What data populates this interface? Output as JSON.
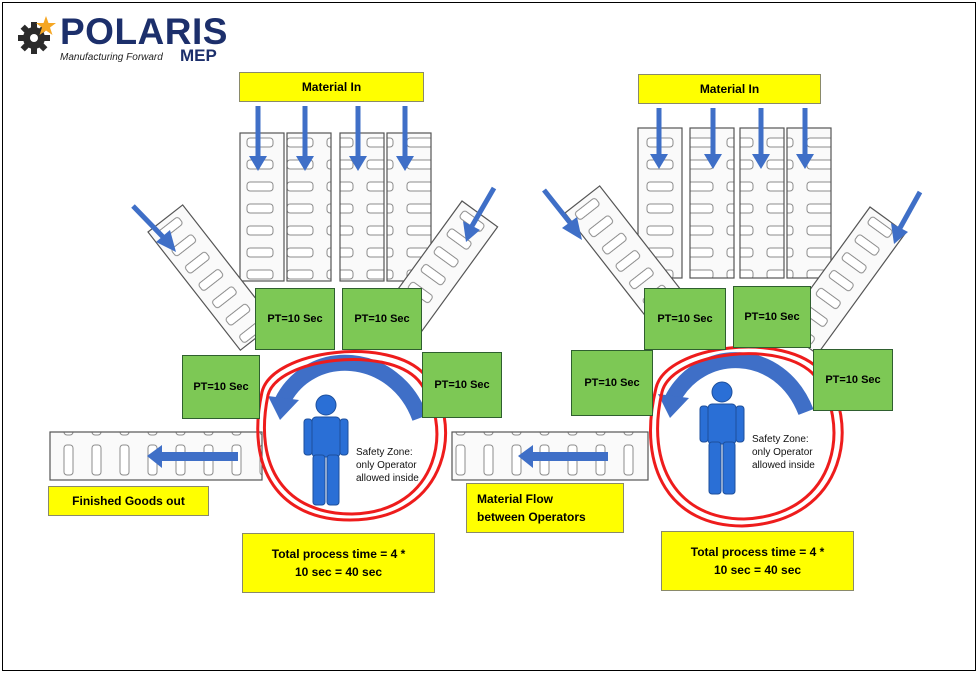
{
  "logo": {
    "name": "POLARIS",
    "tagline": "Manufacturing Forward",
    "suffix": "MEP"
  },
  "colors": {
    "label_bg": "#ffff00",
    "station_bg": "#7dc855",
    "arrow": "#3f6fc7",
    "operator": "#2a6fd6",
    "safety_ring": "#ee1c1c",
    "logo_navy": "#1c2f6b",
    "logo_star": "#f5a623"
  },
  "icons": [
    "gear-icon",
    "star-icon",
    "down-arrow-icon",
    "left-arrow-icon",
    "curved-arrow-icon",
    "operator-icon",
    "conveyor-icon"
  ],
  "cells": [
    {
      "material_in": "Material In",
      "stations": [
        "PT=10 Sec",
        "PT=10 Sec",
        "PT=10 Sec",
        "PT=10 Sec"
      ],
      "safety_zone": [
        "Safety Zone:",
        "only Operator",
        "allowed inside"
      ],
      "total": [
        "Total process time = 4 *",
        "10 sec = 40 sec"
      ]
    },
    {
      "material_in": "Material In",
      "stations": [
        "PT=10 Sec",
        "PT=10 Sec",
        "PT=10 Sec",
        "PT=10 Sec"
      ],
      "safety_zone": [
        "Safety  Zone:",
        "only Operator",
        "allowed inside"
      ],
      "total": [
        "Total process time = 4 *",
        "10 sec = 40 sec"
      ]
    }
  ],
  "flow_labels": {
    "finished_goods": "Finished Goods out",
    "material_flow": [
      "Material Flow",
      "between Operators"
    ]
  }
}
